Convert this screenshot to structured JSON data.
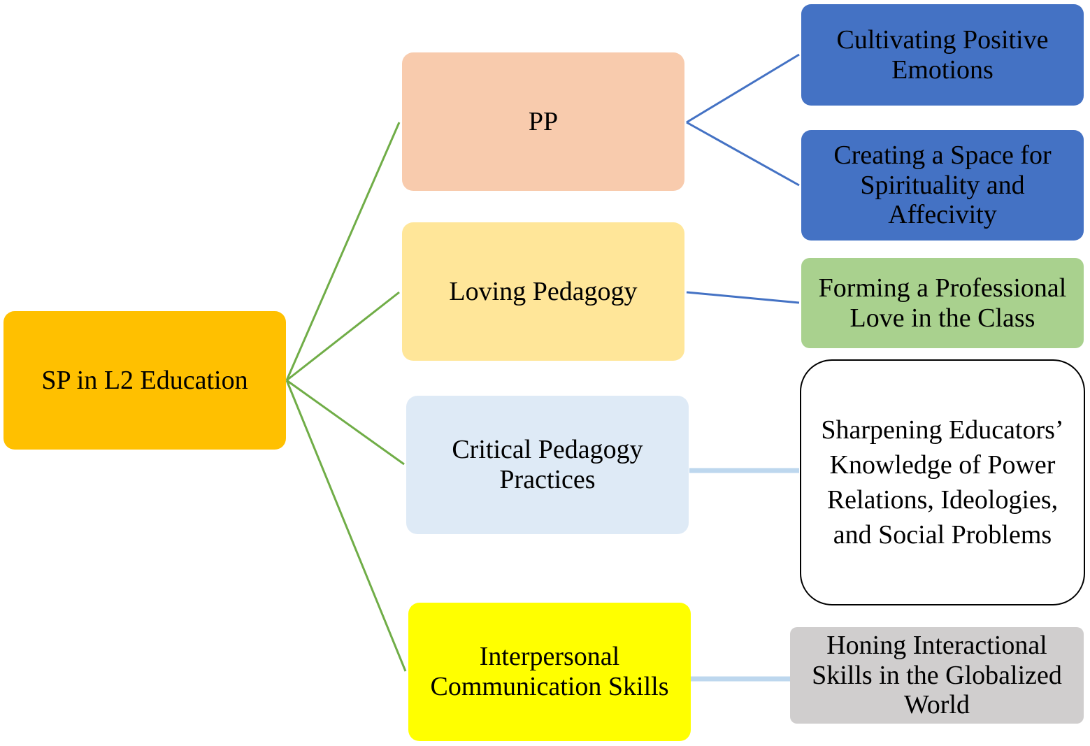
{
  "diagram": {
    "root": {
      "label": "SP in L2 Education",
      "color": "#FFC000"
    },
    "branches": [
      {
        "label": "PP",
        "color": "#F8CBAD",
        "children": [
          {
            "label": "Cultivating Positive Emotions",
            "color": "#4472C4"
          },
          {
            "label": "Creating a Space for Spirituality and Affecivity",
            "color": "#4472C4"
          }
        ]
      },
      {
        "label": "Loving Pedagogy",
        "color": "#FFE699",
        "children": [
          {
            "label": "Forming a Professional Love in the Class",
            "color": "#A9D18E"
          }
        ]
      },
      {
        "label": "Critical Pedagogy Practices",
        "color": "#DEEAF6",
        "children": [
          {
            "label": "Sharpening Educators’ Knowledge of Power Relations, Ideologies, and Social Problems",
            "color": "#FFFFFF"
          }
        ]
      },
      {
        "label": "Interpersonal Communication Skills",
        "color": "#FFFF00",
        "children": [
          {
            "label": "Honing Interactional Skills in the Globalized World",
            "color": "#D0CECE"
          }
        ]
      }
    ],
    "connector_colors": {
      "root_to_branch": "#70AD47",
      "branch_to_child_dark": "#4472C4",
      "branch_to_child_light": "#BDD7EE"
    }
  }
}
